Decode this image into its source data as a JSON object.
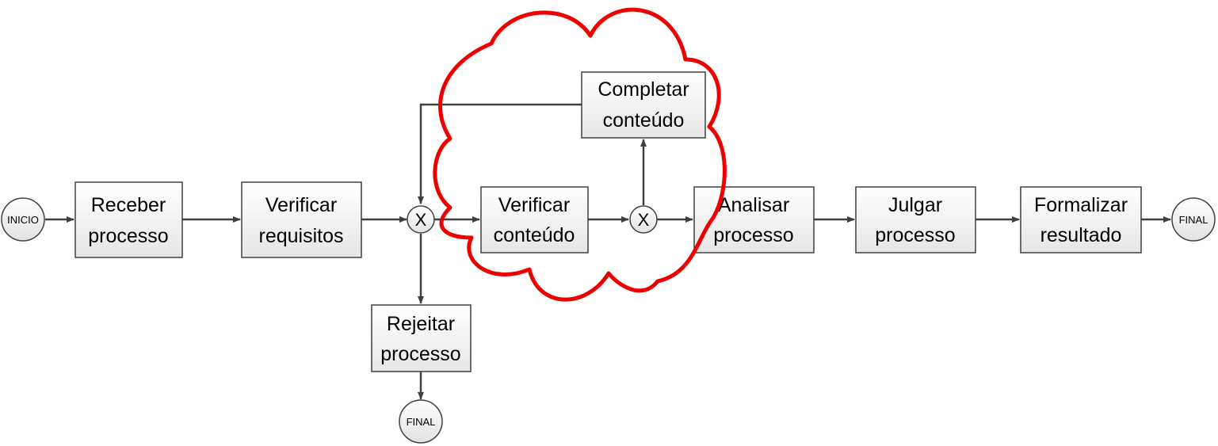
{
  "diagram": {
    "cloud_color": "#ee0000",
    "edge_color": "#404040",
    "events": [
      {
        "id": "start",
        "label": "INICIO"
      },
      {
        "id": "end_main",
        "label": "FINAL"
      },
      {
        "id": "end_reject",
        "label": "FINAL"
      }
    ],
    "gateways": [
      {
        "id": "gw1",
        "label": "X"
      },
      {
        "id": "gw2",
        "label": "X"
      }
    ],
    "tasks": [
      {
        "id": "receber",
        "lines": [
          "Receber",
          "processo"
        ]
      },
      {
        "id": "verificar_req",
        "lines": [
          "Verificar",
          "requisitos"
        ]
      },
      {
        "id": "rejeitar",
        "lines": [
          "Rejeitar",
          "processo"
        ]
      },
      {
        "id": "verificar_cont",
        "lines": [
          "Verificar",
          "conteúdo"
        ]
      },
      {
        "id": "completar",
        "lines": [
          "Completar",
          "conteúdo"
        ]
      },
      {
        "id": "analisar",
        "lines": [
          "Analisar",
          "processo"
        ]
      },
      {
        "id": "julgar",
        "lines": [
          "Julgar",
          "processo"
        ]
      },
      {
        "id": "formalizar",
        "lines": [
          "Formalizar",
          "resultado"
        ]
      }
    ]
  }
}
